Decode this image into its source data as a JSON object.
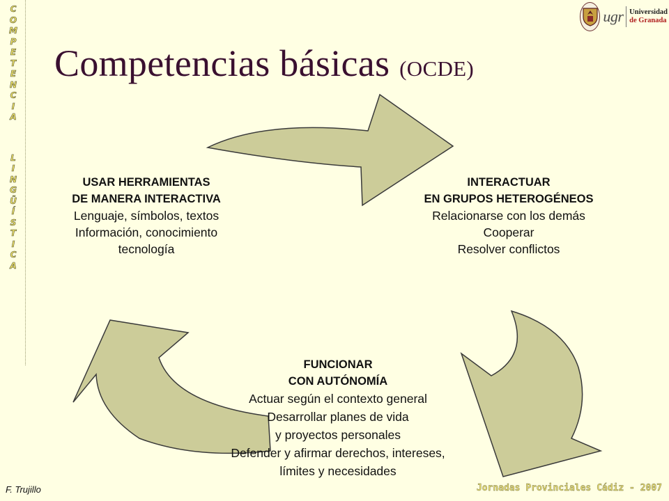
{
  "sidebar": {
    "word1": [
      "C",
      "O",
      "M",
      "P",
      "E",
      "T",
      "E",
      "N",
      "C",
      "I",
      "A"
    ],
    "word2": [
      "L",
      "I",
      "N",
      "G",
      "Ü",
      "Í",
      "S",
      "T",
      "I",
      "C",
      "A"
    ]
  },
  "header": {
    "title": "Competencias básicas",
    "subtitle": "(OCDE)"
  },
  "logo": {
    "mark": "ugr",
    "line1": "Universidad",
    "line2": "de Granada"
  },
  "blocks": {
    "tools": {
      "heading": [
        "USAR HERRAMIENTAS",
        "DE MANERA INTERACTIVA"
      ],
      "lines": [
        "Lenguaje, símbolos, textos",
        "Información, conocimiento",
        "tecnología"
      ]
    },
    "groups": {
      "heading": [
        "INTERACTUAR",
        "EN GRUPOS HETEROGÉNEOS"
      ],
      "lines": [
        "Relacionarse con los demás",
        "Cooperar",
        "Resolver conflictos"
      ]
    },
    "autonomy": {
      "heading": [
        "FUNCIONAR",
        "CON AUTÓNOMÍA"
      ],
      "lines": [
        "Actuar según el contexto general",
        "Desarrollar planes de vida",
        "y proyectos personales",
        "Defender y afirmar derechos, intereses,",
        "límites y necesidades"
      ]
    }
  },
  "footer": {
    "author": "F. Trujillo",
    "event": "Jornadas Provinciales Cádiz - 2007"
  },
  "colors": {
    "background": "#ffffe3",
    "arrow_fill": "#cccc99",
    "arrow_stroke": "#3a3a3a",
    "title": "#3a1030"
  }
}
